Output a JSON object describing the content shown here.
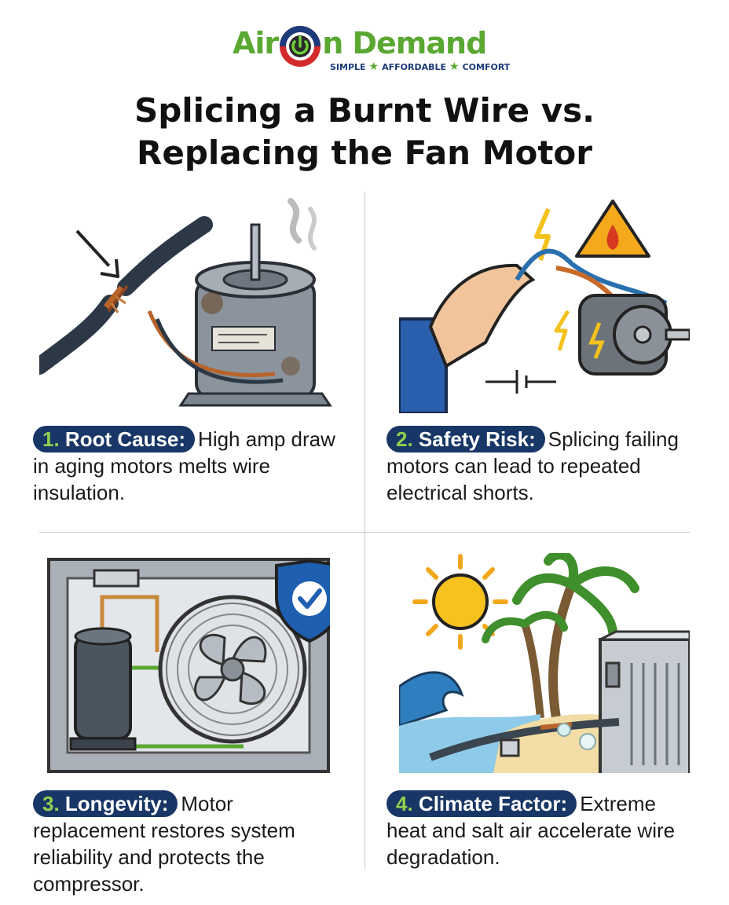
{
  "logo": {
    "word_left": "Air",
    "word_right": "n Demand",
    "tagline": [
      "SIMPLE",
      "AFFORDABLE",
      "COMFORT"
    ]
  },
  "title": {
    "line1": "Splicing a Burnt Wire vs.",
    "line2": "Replacing the Fan Motor"
  },
  "panels": [
    {
      "num": "1.",
      "label": "Root Cause:",
      "text": "High amp draw in aging motors melts wire insulation."
    },
    {
      "num": "2.",
      "label": "Safety Risk:",
      "text": "Splicing failing motors can lead to repeated electrical shorts."
    },
    {
      "num": "3.",
      "label": "Longevity:",
      "text": "Motor replacement restores system reliability and protects the compressor."
    },
    {
      "num": "4.",
      "label": "Climate Factor:",
      "text": "Extreme heat and salt air accelerate wire degradation."
    }
  ],
  "icons": {
    "panel1": "burnt-wire-motor-illustration",
    "panel2": "splicing-shock-illustration",
    "panel3": "compressor-fan-shield-illustration",
    "panel4": "beach-climate-unit-illustration"
  },
  "colors": {
    "brand_green": "#5aa832",
    "brand_navy": "#183766",
    "badge_number": "#8fd14f",
    "divider": "#c9c9c9"
  }
}
